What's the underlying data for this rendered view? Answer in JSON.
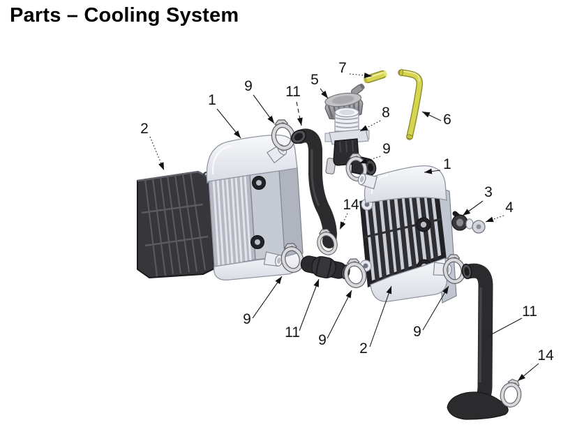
{
  "page": {
    "title": "Parts – Cooling System"
  },
  "colors": {
    "hose_black": "#2b2b2d",
    "overflow_yellow": "#d6d552",
    "metal_silver": "#c9cdd5",
    "radiator_white": "#edeff4",
    "louver_dark": "#37373b"
  },
  "diagram": {
    "aria_label": "Exploded view diagram of the cooling system",
    "callouts": [
      {
        "number": "2",
        "part": "radiator-louver-left"
      },
      {
        "number": "1",
        "part": "radiator-left"
      },
      {
        "number": "9",
        "part": "hose-clamp-radiator-left-top"
      },
      {
        "number": "11",
        "part": "radiator-hose-upper"
      },
      {
        "number": "5",
        "part": "radiator-cap"
      },
      {
        "number": "7",
        "part": "overflow-hose-short"
      },
      {
        "number": "8",
        "part": "filler-neck"
      },
      {
        "number": "6",
        "part": "overflow-hose-long"
      },
      {
        "number": "9",
        "part": "hose-clamp-filler-outlet"
      },
      {
        "number": "14",
        "part": "hose-clamp-upper-hose-end"
      },
      {
        "number": "1",
        "part": "radiator-right"
      },
      {
        "number": "3",
        "part": "grommet"
      },
      {
        "number": "4",
        "part": "collar"
      },
      {
        "number": "9",
        "part": "hose-clamp-crossover-left"
      },
      {
        "number": "11",
        "part": "crossover-hose"
      },
      {
        "number": "9",
        "part": "hose-clamp-crossover-right"
      },
      {
        "number": "2",
        "part": "radiator-louver-right"
      },
      {
        "number": "9",
        "part": "hose-clamp-lower-hose"
      },
      {
        "number": "11",
        "part": "radiator-hose-lower"
      },
      {
        "number": "14",
        "part": "hose-clamp-lower-small"
      }
    ]
  }
}
